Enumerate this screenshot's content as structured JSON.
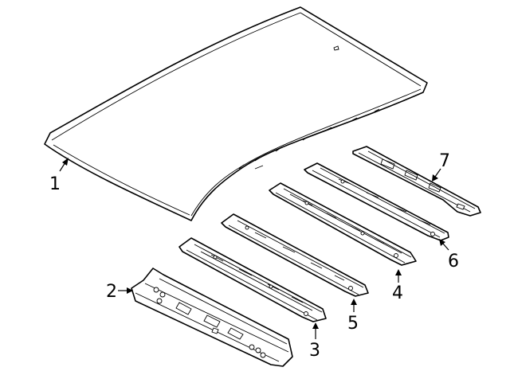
{
  "diagram": {
    "background": "#ffffff",
    "line_color": "#000000",
    "callouts": [
      {
        "number": "1",
        "part": "roof-panel"
      },
      {
        "number": "2",
        "part": "front-header-panel"
      },
      {
        "number": "3",
        "part": "front-roof-bow"
      },
      {
        "number": "4",
        "part": "center-roof-bow"
      },
      {
        "number": "5",
        "part": "front-center-roof-bow"
      },
      {
        "number": "6",
        "part": "rear-roof-bow"
      },
      {
        "number": "7",
        "part": "rear-header-panel"
      }
    ]
  }
}
